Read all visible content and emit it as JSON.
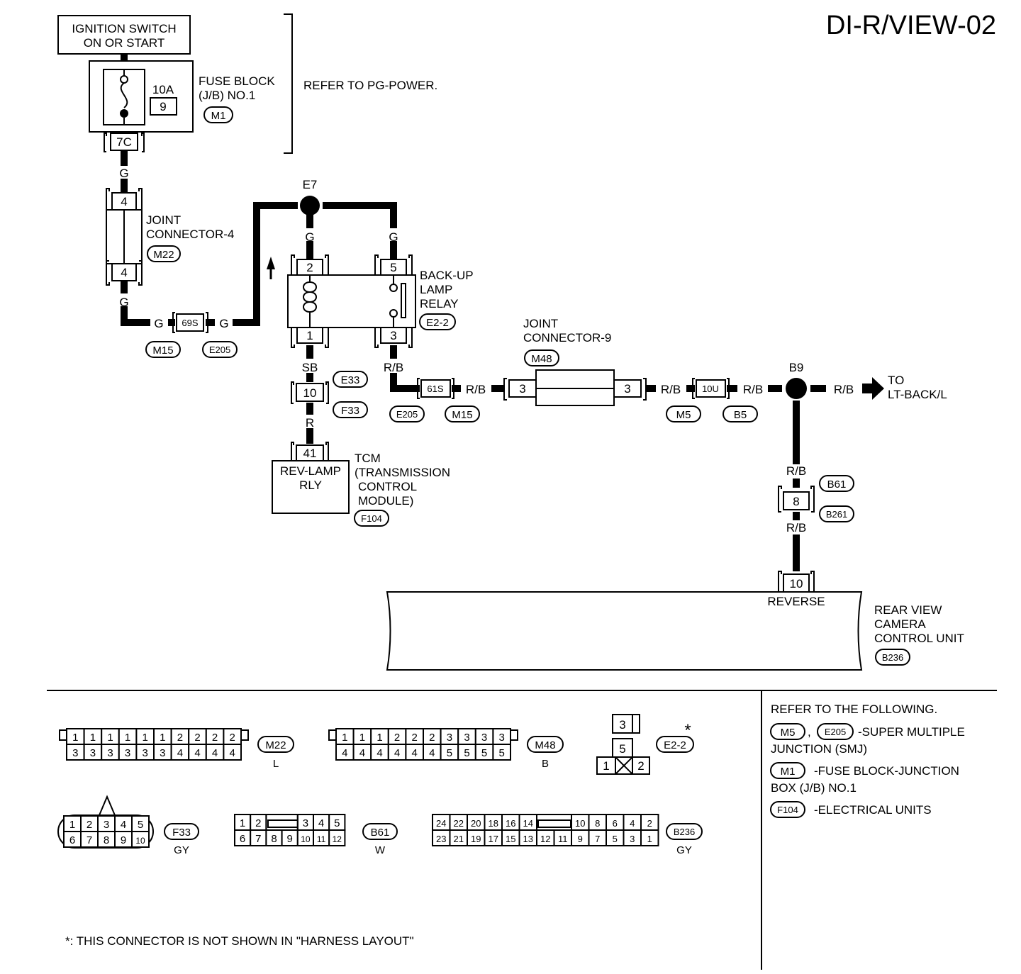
{
  "page_code": "DI-R/VIEW-02",
  "ignition": {
    "line1": "IGNITION SWITCH",
    "line2": "ON OR START"
  },
  "fuse_block": {
    "rating": "10A",
    "number": "9",
    "terminal": "7C",
    "line1": "FUSE BLOCK",
    "line2": "(J/B) NO.1",
    "connector": "M1",
    "refer": "REFER TO PG-POWER."
  },
  "wire_colors": {
    "g": "G",
    "sb": "SB",
    "r": "R",
    "rb": "R/B"
  },
  "joint4": {
    "line1": "JOINT",
    "line2": "CONNECTOR-4",
    "connector": "M22",
    "pin_top": "4",
    "pin_bottom": "4"
  },
  "smj_69s": {
    "label": "69S",
    "conn_left": "M15",
    "conn_right": "E205"
  },
  "splice_e7": "E7",
  "relay": {
    "line1": "BACK-UP",
    "line2": "LAMP",
    "line3": "RELAY",
    "connector": "E2-2",
    "pin1": "1",
    "pin2": "2",
    "pin3": "3",
    "pin5": "5"
  },
  "tcm_conn": {
    "pin": "10",
    "conn_top": "E33",
    "conn_bottom": "F33"
  },
  "tcm": {
    "pin": "41",
    "box_line1": "REV-LAMP",
    "box_line2": "RLY",
    "line1": "TCM",
    "line2": "(TRANSMISSION",
    "line3": "CONTROL",
    "line4": "MODULE)",
    "connector": "F104"
  },
  "smj_61s": {
    "label": "61S",
    "conn_left": "E205",
    "conn_right": "M15"
  },
  "joint9": {
    "line1": "JOINT",
    "line2": "CONNECTOR-9",
    "connector": "M48",
    "pin_left": "3",
    "pin_right": "3"
  },
  "smj_10u": {
    "label": "10U",
    "conn_left": "M5",
    "conn_right": "B5"
  },
  "splice_b9": "B9",
  "to_lt_back": {
    "line1": "TO",
    "line2": "LT-BACK/L"
  },
  "b61": {
    "pin": "8",
    "conn_top": "B61",
    "conn_bottom": "B261"
  },
  "camera": {
    "pin": "10",
    "pin_name": "REVERSE",
    "line1": "REAR VIEW",
    "line2": "CAMERA",
    "line3": "CONTROL UNIT",
    "connector": "B236"
  },
  "legend": {
    "title": "REFER TO THE FOLLOWING.",
    "smj_a": "M5",
    "smj_b": "E205",
    "smj_text1": "-SUPER MULTIPLE",
    "smj_text2": "JUNCTION (SMJ)",
    "fb": "M1",
    "fb_text1": "-FUSE BLOCK-JUNCTION",
    "fb_text2": "BOX (J/B) NO.1",
    "eu": "F104",
    "eu_text": "-ELECTRICAL UNITS"
  },
  "note": "*: THIS CONNECTOR IS NOT SHOWN IN \"HARNESS LAYOUT\"",
  "connector_faces": {
    "m22": {
      "name": "M22",
      "color": "L",
      "top": [
        "1",
        "1",
        "1",
        "1",
        "1",
        "1",
        "2",
        "2",
        "2",
        "2"
      ],
      "bottom": [
        "3",
        "3",
        "3",
        "3",
        "3",
        "3",
        "4",
        "4",
        "4",
        "4"
      ]
    },
    "m48": {
      "name": "M48",
      "color": "B",
      "top": [
        "1",
        "1",
        "1",
        "2",
        "2",
        "2",
        "3",
        "3",
        "3",
        "3"
      ],
      "bottom": [
        "4",
        "4",
        "4",
        "4",
        "4",
        "4",
        "5",
        "5",
        "5",
        "5"
      ]
    },
    "e22": {
      "name": "E2-2",
      "star": "*",
      "p3": "3",
      "p5": "5",
      "p1": "1",
      "p2": "2"
    },
    "f33": {
      "name": "F33",
      "color": "GY",
      "top": [
        "1",
        "2",
        "3",
        "4",
        "5"
      ],
      "bottom": [
        "6",
        "7",
        "8",
        "9",
        "10"
      ]
    },
    "b61": {
      "name": "B61",
      "color": "W",
      "top_l": [
        "1",
        "2"
      ],
      "top_r": [
        "3",
        "4",
        "5"
      ],
      "bottom": [
        "6",
        "7",
        "8",
        "9",
        "10",
        "11",
        "12"
      ]
    },
    "b236": {
      "name": "B236",
      "color": "GY",
      "top_l": [
        "24",
        "22",
        "20",
        "18",
        "16",
        "14"
      ],
      "top_r": [
        "10",
        "8",
        "6",
        "4",
        "2"
      ],
      "bottom": [
        "23",
        "21",
        "19",
        "17",
        "15",
        "13",
        "12",
        "11",
        "9",
        "7",
        "5",
        "3",
        "1"
      ]
    }
  }
}
